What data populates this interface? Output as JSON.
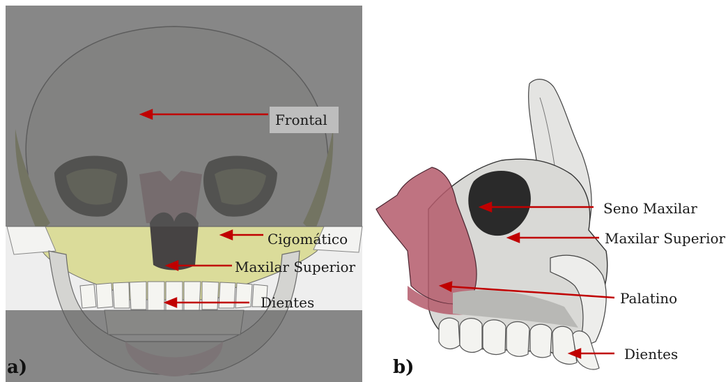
{
  "panel_a": {
    "letter": "a)",
    "labels": {
      "frontal": "Frontal",
      "cigomatico": "Cigomático",
      "maxilar": "Maxilar Superior",
      "dientes": "Dientes"
    }
  },
  "panel_b": {
    "letter": "b)",
    "labels": {
      "seno": "Seno Maxilar",
      "maxilar": "Maxilar Superior",
      "palatino": "Palatino",
      "dientes": "Dientes"
    }
  },
  "colors": {
    "arrow": "#c00000",
    "frontal_overlay": "#5f5f5f",
    "mandible_overlay": "#5f5f5f",
    "maxilla_tint": "#cfd27a",
    "palatine_tint": "#b05a6a"
  }
}
